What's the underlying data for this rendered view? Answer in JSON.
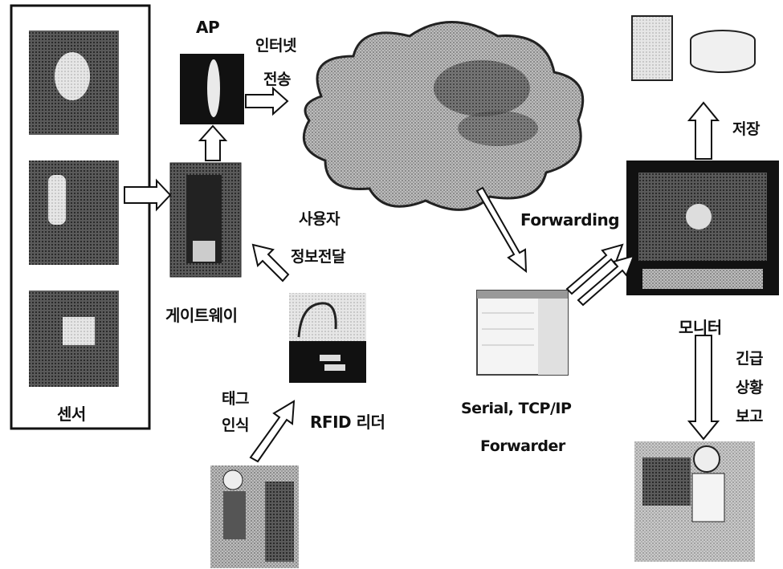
{
  "labels": {
    "ap": "AP",
    "internet_transfer_1": "인터넷",
    "internet_transfer_2": "전송",
    "sensor": "센서",
    "gateway": "게이트웨이",
    "user_info_1": "사용자",
    "user_info_2": "정보전달",
    "tag_recognition_1": "태그",
    "tag_recognition_2": "인식",
    "rfid_reader": "RFID 리더",
    "forwarding": "Forwarding",
    "forwarder_1": "Serial, TCP/IP",
    "forwarder_2": "Forwarder",
    "monitor": "모니터",
    "storage": "저장",
    "emergency_1": "긴급",
    "emergency_2": "상황",
    "emergency_3": "보고"
  }
}
